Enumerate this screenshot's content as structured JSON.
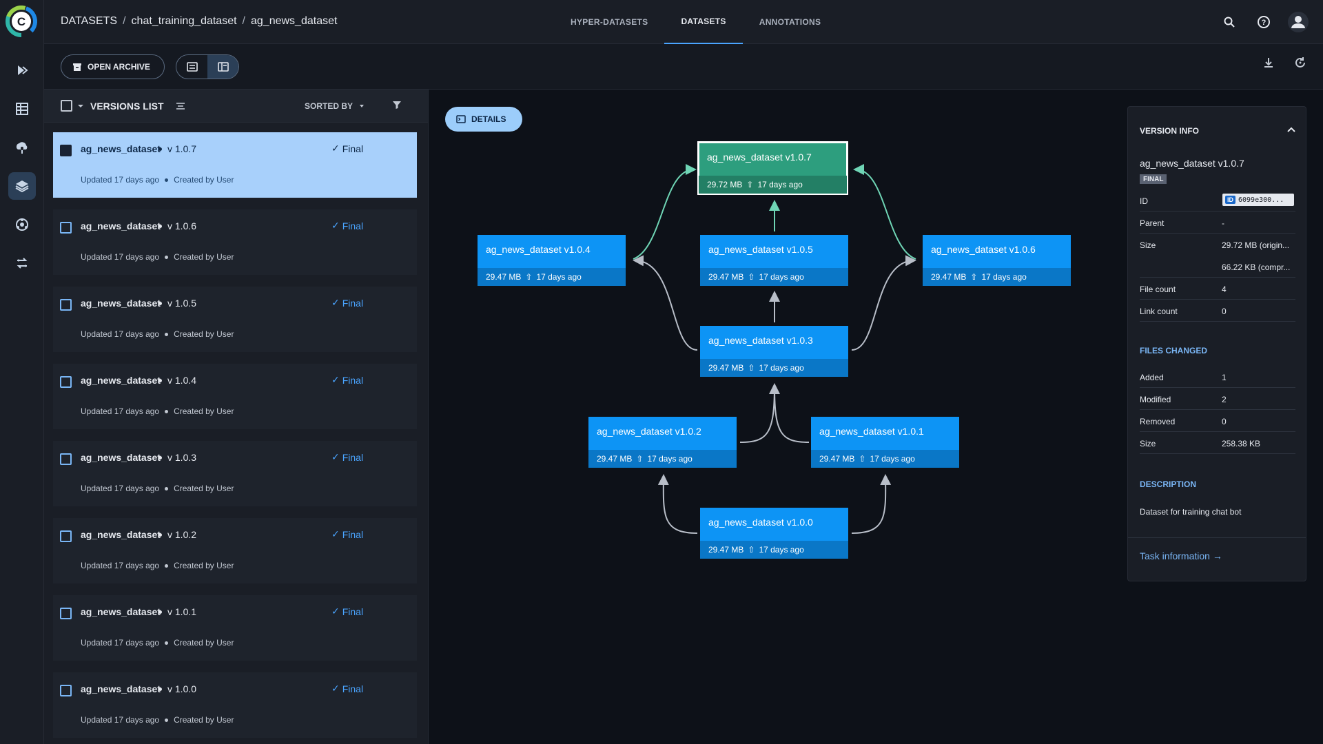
{
  "nav": {
    "breadcrumb": [
      "DATASETS",
      "chat_training_dataset",
      "ag_news_dataset"
    ],
    "tabs": [
      {
        "label": "HYPER-DATASETS"
      },
      {
        "label": "DATASETS"
      },
      {
        "label": "ANNOTATIONS"
      }
    ],
    "rail_icons": [
      "logo",
      "pipelines-icon",
      "experiments-icon",
      "orchestration-icon",
      "datasets-icon",
      "models-icon",
      "workers-icon"
    ]
  },
  "toolbar": {
    "open_archive_label": "OPEN ARCHIVE"
  },
  "versions_list": {
    "title": "VERSIONS LIST",
    "sorted_by_label": "SORTED BY",
    "items": [
      {
        "name": "ag_news_dataset",
        "version": "v 1.0.7",
        "status": "Final",
        "updated": "Updated 17 days ago",
        "created": "Created by User"
      },
      {
        "name": "ag_news_dataset",
        "version": "v 1.0.6",
        "status": "Final",
        "updated": "Updated 17 days ago",
        "created": "Created by User"
      },
      {
        "name": "ag_news_dataset",
        "version": "v 1.0.5",
        "status": "Final",
        "updated": "Updated 17 days ago",
        "created": "Created by User"
      },
      {
        "name": "ag_news_dataset",
        "version": "v 1.0.4",
        "status": "Final",
        "updated": "Updated 17 days ago",
        "created": "Created by User"
      },
      {
        "name": "ag_news_dataset",
        "version": "v 1.0.3",
        "status": "Final",
        "updated": "Updated 17 days ago",
        "created": "Created by User"
      },
      {
        "name": "ag_news_dataset",
        "version": "v 1.0.2",
        "status": "Final",
        "updated": "Updated 17 days ago",
        "created": "Created by User"
      },
      {
        "name": "ag_news_dataset",
        "version": "v 1.0.1",
        "status": "Final",
        "updated": "Updated 17 days ago",
        "created": "Created by User"
      },
      {
        "name": "ag_news_dataset",
        "version": "v 1.0.0",
        "status": "Final",
        "updated": "Updated 17 days ago",
        "created": "Created by User"
      }
    ]
  },
  "graph": {
    "details_label": "DETAILS",
    "nodes": [
      {
        "title": "ag_news_dataset v1.0.7",
        "size": "29.72 MB",
        "age": "17 days ago"
      },
      {
        "title": "ag_news_dataset v1.0.4",
        "size": "29.47 MB",
        "age": "17 days ago"
      },
      {
        "title": "ag_news_dataset v1.0.5",
        "size": "29.47 MB",
        "age": "17 days ago"
      },
      {
        "title": "ag_news_dataset v1.0.6",
        "size": "29.47 MB",
        "age": "17 days ago"
      },
      {
        "title": "ag_news_dataset v1.0.3",
        "size": "29.47 MB",
        "age": "17 days ago"
      },
      {
        "title": "ag_news_dataset v1.0.2",
        "size": "29.47 MB",
        "age": "17 days ago"
      },
      {
        "title": "ag_news_dataset v1.0.1",
        "size": "29.47 MB",
        "age": "17 days ago"
      },
      {
        "title": "ag_news_dataset v1.0.0",
        "size": "29.47 MB",
        "age": "17 days ago"
      }
    ]
  },
  "version_info": {
    "header": "VERSION INFO",
    "name": "ag_news_dataset v1.0.7",
    "badge": "FINAL",
    "id_tag": "ID",
    "id_value": "6099e300...",
    "rows": [
      {
        "key": "ID",
        "value": ""
      },
      {
        "key": "Parent",
        "value": "-"
      },
      {
        "key": "Size",
        "value": "29.72 MB (origin..."
      },
      {
        "key": "",
        "value": "66.22 KB (compr..."
      },
      {
        "key": "File count",
        "value": "4"
      },
      {
        "key": "Link count",
        "value": "0"
      }
    ],
    "files_changed_header": "FILES CHANGED",
    "files_changed": [
      {
        "key": "Added",
        "value": "1"
      },
      {
        "key": "Modified",
        "value": "2"
      },
      {
        "key": "Removed",
        "value": "0"
      },
      {
        "key": "Size",
        "value": "258.38 KB"
      }
    ],
    "description_header": "DESCRIPTION",
    "description": "Dataset for training chat bot",
    "task_link": "Task information →"
  }
}
